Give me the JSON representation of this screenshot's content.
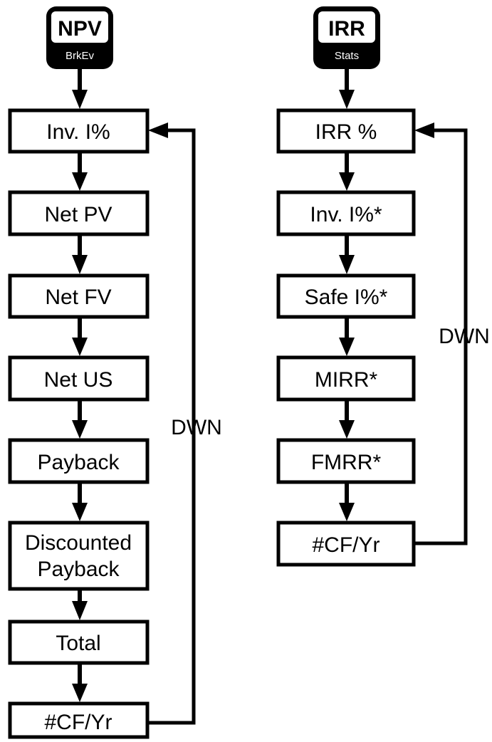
{
  "npv_flow": {
    "key": {
      "top": "NPV",
      "bottom": "BrkEv"
    },
    "steps": [
      "Inv. I%",
      "Net PV",
      "Net FV",
      "Net US",
      "Payback",
      [
        "Discounted",
        "Payback"
      ],
      "Total",
      "#CF/Yr"
    ],
    "loop_label": "DWN"
  },
  "irr_flow": {
    "key": {
      "top": "IRR",
      "bottom": "Stats"
    },
    "steps": [
      "IRR %",
      "Inv. I%*",
      "Safe I%*",
      "MIRR*",
      "FMRR*",
      "#CF/Yr"
    ],
    "loop_label": "DWN"
  },
  "colors": {
    "stroke": "#000000",
    "fill": "#ffffff"
  }
}
